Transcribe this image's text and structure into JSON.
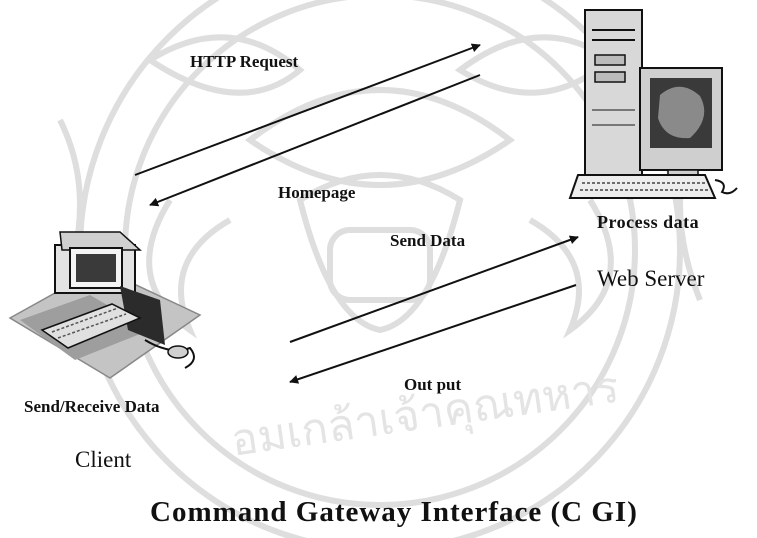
{
  "labels": {
    "http_request": "HTTP Request",
    "homepage": "Homepage",
    "send_data": "Send Data",
    "output": "Out put",
    "process_data": "Process data",
    "web_server": "Web Server",
    "send_receive": "Send/Receive Data",
    "client": "Client",
    "title": "Command Gateway Interface (C GI)"
  },
  "watermark": {
    "text": "อมเกล้าเจ้าคุณทหาร"
  },
  "colors": {
    "background": "#ffffff",
    "ink": "#111111",
    "watermark": "#dedede",
    "monitor_body": "#cfcfcf",
    "screen": "#3a3a3a",
    "server_tower": "#d8d8d8"
  },
  "icons": {
    "client": "client-computer-icon",
    "server": "server-computer-icon"
  }
}
